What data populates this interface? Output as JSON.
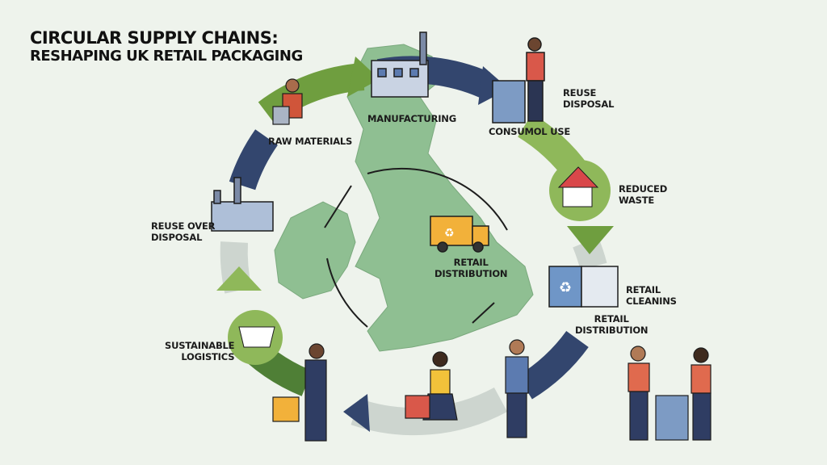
{
  "title": {
    "line1": "CIRCULAR SUPPLY CHAINS:",
    "line2": "RESHAPING UK RETAIL PACKAGING"
  },
  "labels": {
    "raw_materials": "RAW MATERIALS",
    "manufacturing": "MANUFACTURING",
    "consumer_use": "CONSUMOL USE",
    "reuse_disposal": [
      "REUSE",
      "DISPOSAL"
    ],
    "reduced_waste": [
      "REDUCED",
      "WASTE"
    ],
    "retail_cleanins": [
      "RETAIL",
      "CLEANINS"
    ],
    "retail_distribution_right": [
      "RETAIL",
      "DISTRIBUTION"
    ],
    "retail_distribution_center": [
      "RETAIL",
      "DISTRIBUTION"
    ],
    "reuse_over_disposal": [
      "REUSE OVER",
      "DISPOSAL"
    ],
    "sustainable_logistics": [
      "SUSTAINABLE",
      "LOGISTICS"
    ]
  },
  "colors": {
    "navy": "#33466e",
    "green": "#6f9e3f",
    "light_green": "#8fb85a",
    "grey": "#cdd5cf",
    "map": "#8fbf92",
    "background": "#eef3ec"
  }
}
